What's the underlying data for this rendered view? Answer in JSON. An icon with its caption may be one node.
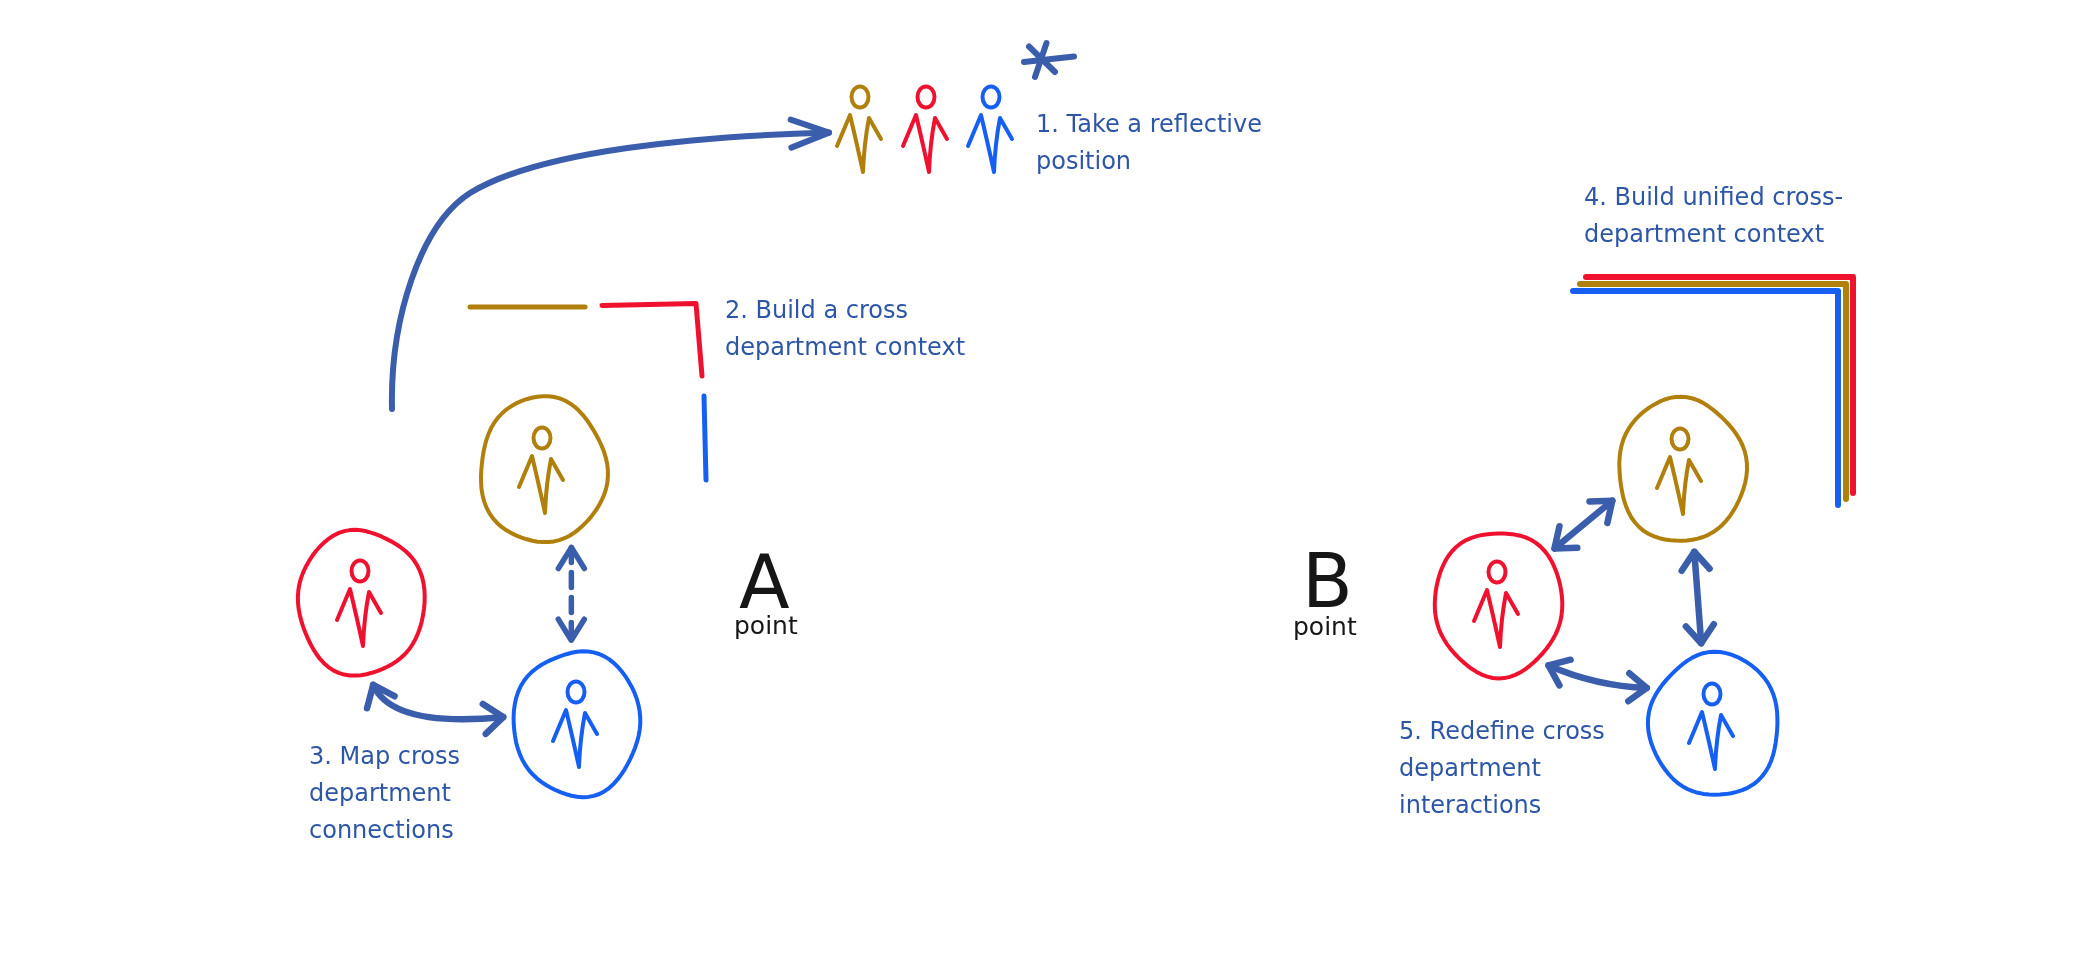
{
  "diagram": {
    "nodes": [
      {
        "text": [],
        "shape": "person",
        "beside": [
          "1. Take a reflective position"
        ]
      },
      {
        "text": [],
        "shape": "circle"
      },
      {
        "text": [],
        "shape": "circle"
      },
      {
        "text": [],
        "shape": "circle"
      },
      {
        "text": [],
        "shape": "circle"
      },
      {
        "text": [],
        "shape": "circle"
      },
      {
        "text": [],
        "shape": "circle"
      }
    ],
    "edges": [
      {
        "from": null,
        "to": 0,
        "arrow": "to"
      },
      {
        "from": 1,
        "to": 3,
        "arrow": "both",
        "style": "dashed"
      },
      {
        "from": 2,
        "to": 3,
        "arrow": "both"
      },
      {
        "from": 5,
        "to": 4,
        "arrow": "both"
      },
      {
        "from": 4,
        "to": 6,
        "arrow": "both"
      },
      {
        "from": 5,
        "to": 6,
        "arrow": "both"
      }
    ],
    "labels": [
      "2. Build a cross department context",
      "A",
      "point",
      "3. Map cross department connections",
      "4. Build unified cross-department context",
      "B",
      "point",
      "5. Redefine cross department interactions"
    ]
  }
}
